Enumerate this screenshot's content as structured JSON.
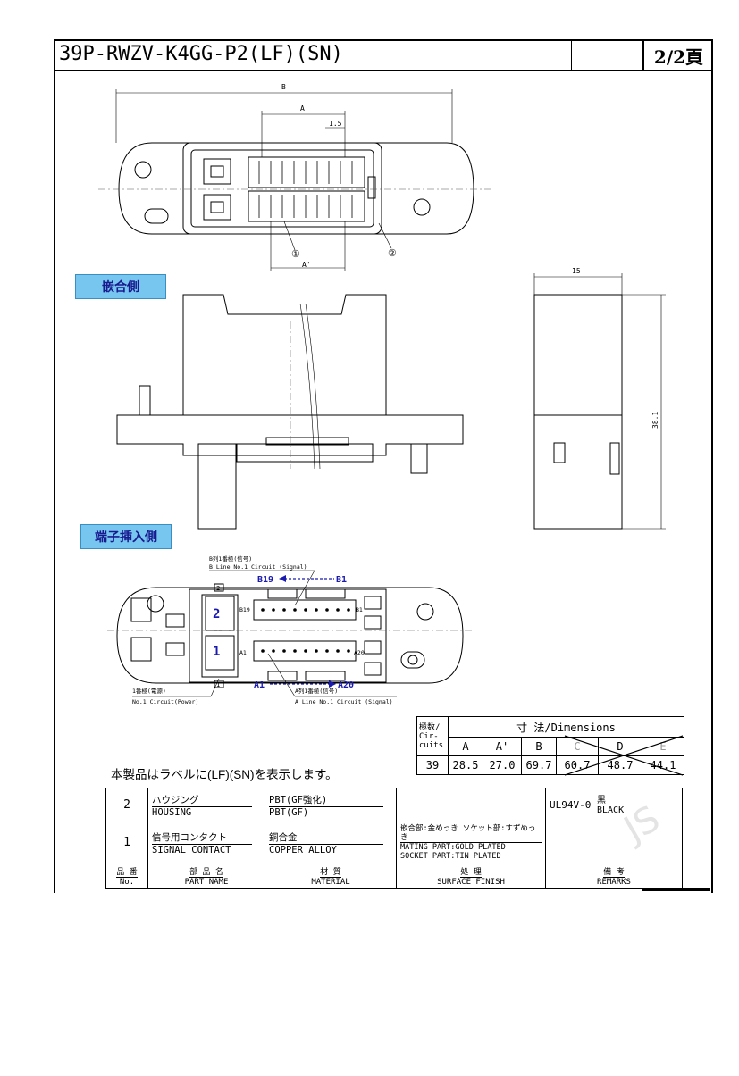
{
  "title": "39P-RWZV-K4GG-P2(LF)(SN)",
  "page": "2/2頁",
  "views": {
    "mating_side": "嵌合側",
    "terminal_side": "端子挿入側"
  },
  "top_view": {
    "dim_B": "B",
    "dim_A": "A",
    "dim_pitch": "1.5",
    "dim_A_prime": "A'",
    "callout_1": "①",
    "callout_2": "②"
  },
  "side_view": {
    "width": "15",
    "height": "38.1"
  },
  "terminal_view": {
    "b_line_jp": "B列1番極(信号)",
    "b_line_en": "B Line No.1 Circuit (Signal)",
    "b19": "B19",
    "b1": "B1",
    "b19_small": "B19",
    "b1_small": "B1",
    "a1": "A1",
    "a20": "A20",
    "a1_small": "A1",
    "a20_small": "A20",
    "a_line_jp": "A列1番極(信号)",
    "a_line_en": "A Line No.1 Circuit (Signal)",
    "power_jp": "1番極(電源)",
    "power_en": "No.1 Circuit(Power)",
    "pos1": "1",
    "pos2": "2",
    "pos1_small": "1",
    "pos2_small": "2"
  },
  "label_note": "本製品はラベルに(LF)(SN)を表示します。",
  "dimensions_table": {
    "circuits_jp": "極数/",
    "circuits_en_1": "Cir-",
    "circuits_en_2": "cuits",
    "header": "寸 法/Dimensions",
    "columns": [
      "A",
      "A'",
      "B",
      "C",
      "D",
      "E"
    ],
    "row": [
      "39",
      "28.5",
      "27.0",
      "69.7",
      "60.7",
      "48.7",
      "44.1"
    ]
  },
  "parts_table": {
    "rows": [
      {
        "no": "2",
        "name_jp": "ハウジング",
        "name_en": "HOUSING",
        "material_jp": "PBT(GF強化)",
        "material_en": "PBT(GF)",
        "finish_1": "",
        "finish_2": "",
        "finish_3": "",
        "remarks_1": "UL94V-0",
        "remarks_jp": "黒",
        "remarks_en": "BLACK"
      },
      {
        "no": "1",
        "name_jp": "信号用コンタクト",
        "name_en": "SIGNAL CONTACT",
        "material_jp": "銅合金",
        "material_en": "COPPER ALLOY",
        "finish_1": "嵌合部:金めっき ソケット部:すずめっき",
        "finish_2": "MATING PART:GOLD PLATED",
        "finish_3": "SOCKET PART:TIN PLATED",
        "remarks_1": "",
        "remarks_jp": "",
        "remarks_en": ""
      }
    ],
    "header": {
      "no_jp": "品 番",
      "no_en": "No.",
      "name_jp": "部 品 名",
      "name_en": "PART NAME",
      "material_jp": "材 質",
      "material_en": "MATERIAL",
      "finish_jp": "処 理",
      "finish_en": "SURFACE FINISH",
      "remarks_jp": "備 考",
      "remarks_en": "REMARKS"
    }
  }
}
